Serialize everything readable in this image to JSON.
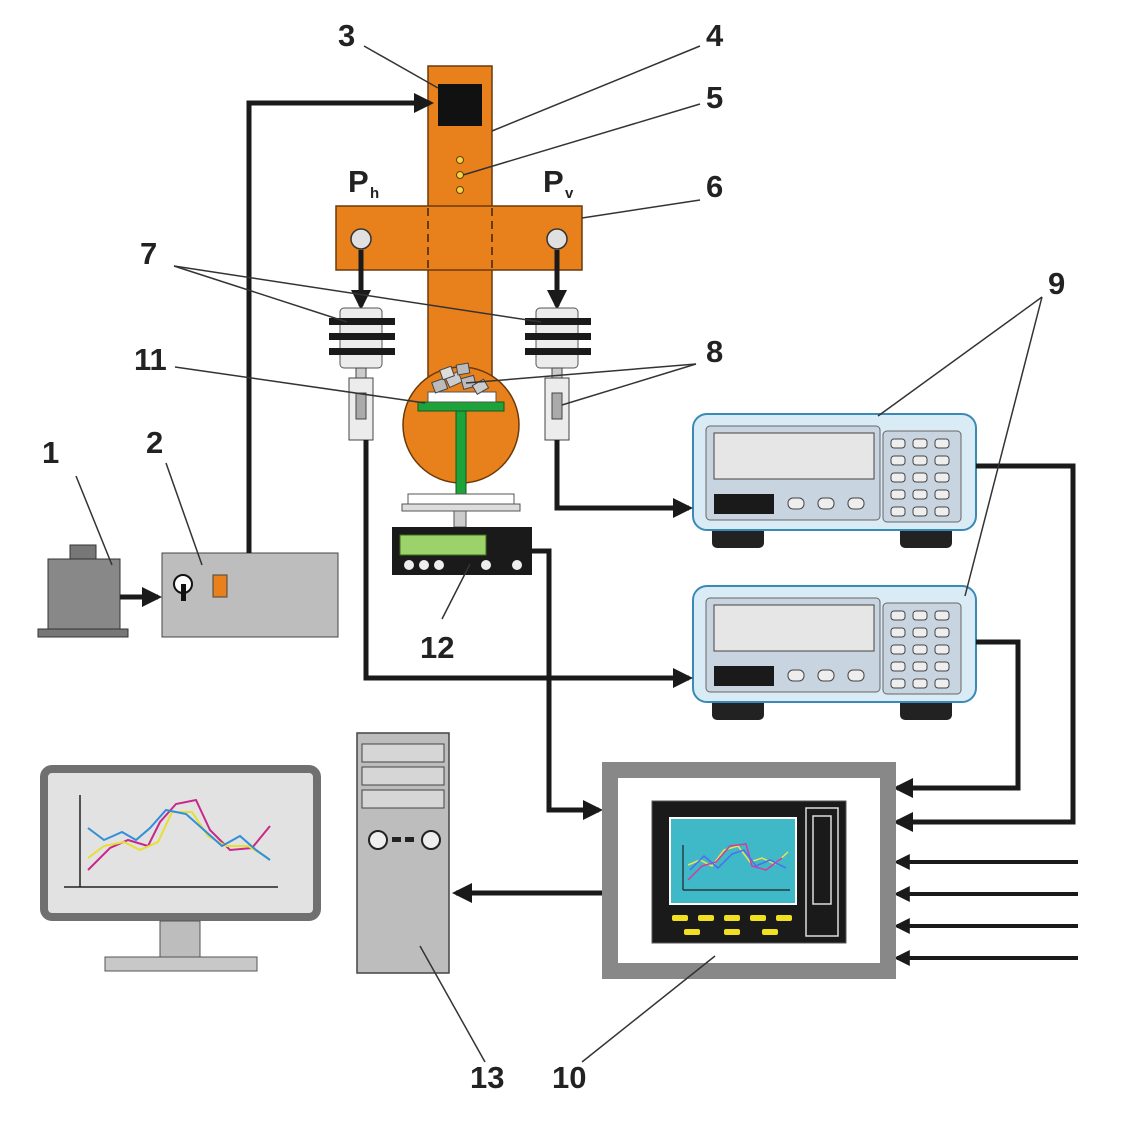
{
  "labels": {
    "l1": "1",
    "l2": "2",
    "l3": "3",
    "l4": "4",
    "l5": "5",
    "l6": "6",
    "l7": "7",
    "l8": "8",
    "l9": "9",
    "l10": "10",
    "l11": "11",
    "l12": "12",
    "l13": "13"
  },
  "forces": {
    "ph_main": "P",
    "ph_sub": "h",
    "pv_main": "P",
    "pv_sub": "v"
  },
  "colors": {
    "frame_orange": "#e8811c",
    "instrument_blue": "#d9ebf5",
    "screen_cyan": "#3fb8c8",
    "green_stand": "#1ea33a",
    "motor_gray": "#888888",
    "box_gray": "#bdbdbd",
    "dark": "#1a1a1a"
  },
  "icons": [
    "motor-icon",
    "controller-icon",
    "monitor-icon",
    "pc-tower-icon",
    "recorder-icon",
    "sensor-icon"
  ]
}
